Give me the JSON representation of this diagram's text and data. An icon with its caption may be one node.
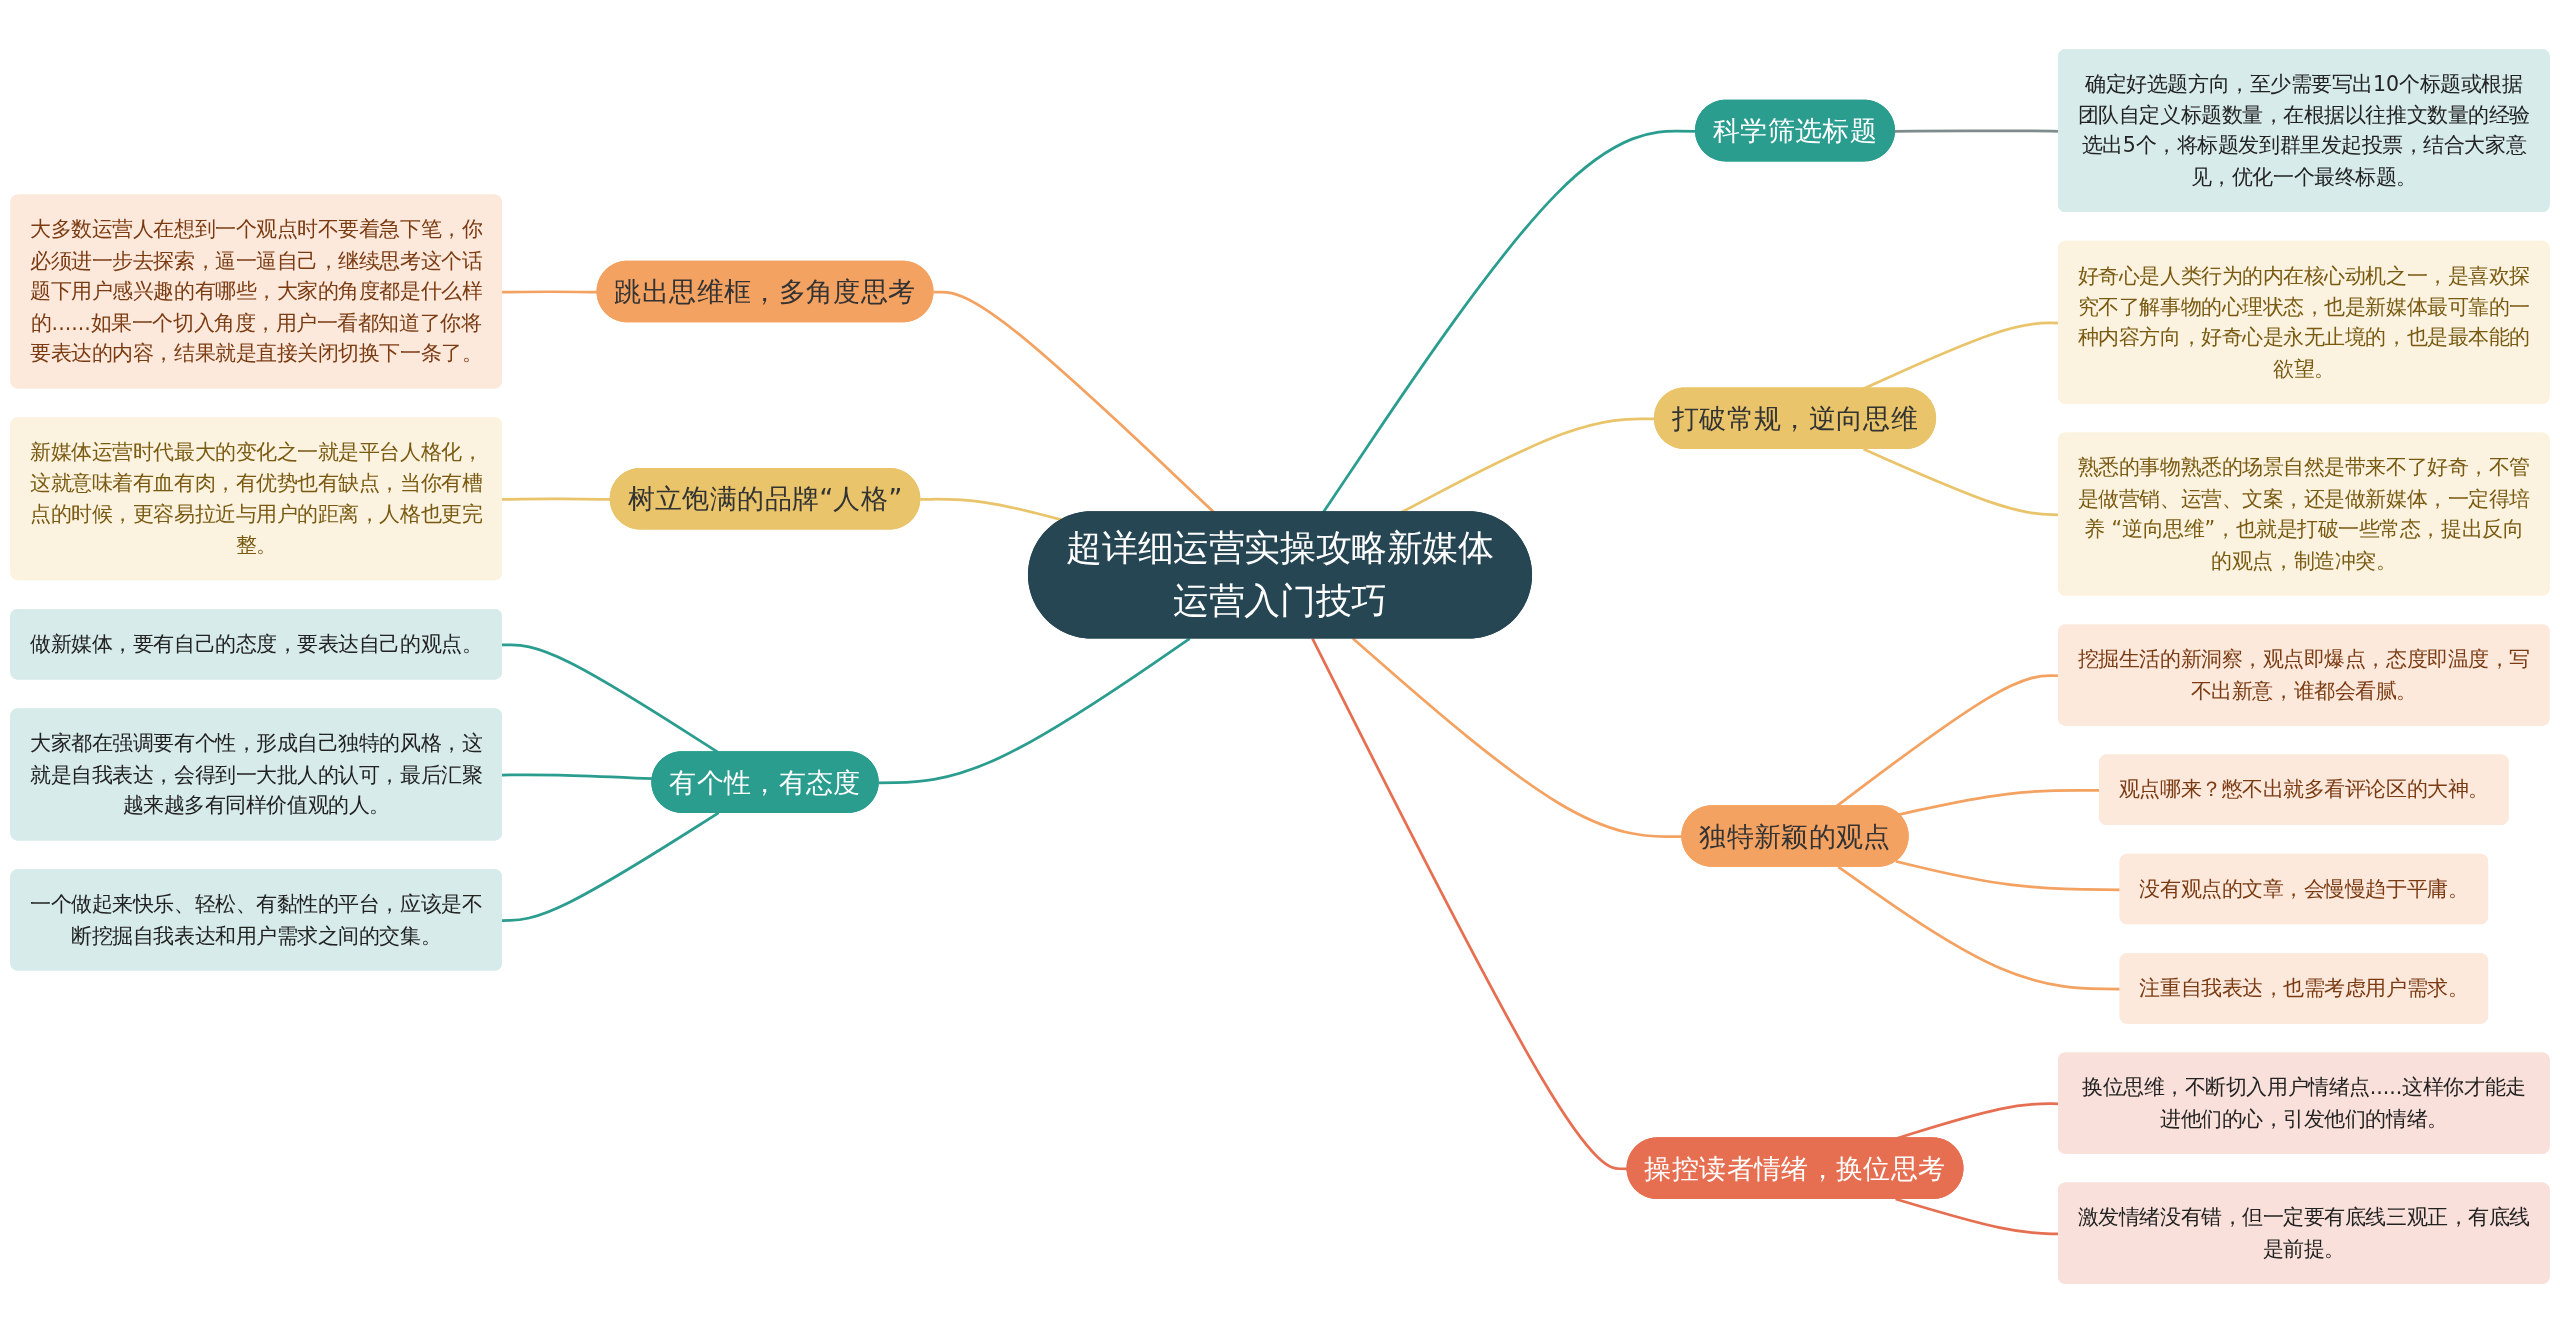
{
  "diagram": {
    "nodes": [
      {
        "text": [
          "超详细运营实操攻略新媒体运营入门技巧"
        ]
      },
      {
        "text": [
          "科学筛选标题"
        ]
      },
      {
        "text": [
          "确定好选题方向，至少需要写出10个标题或根据团队自定义标题数量，在根据以往推文数量的经验选出5个，将标题发到群里发起投票，结合大家意见，优化一个最终标题。"
        ]
      },
      {
        "text": [
          "打破常规，逆向思维"
        ]
      },
      {
        "text": [
          "好奇心是人类行为的内在核心动机之一，是喜欢探究不了解事物的心理状态，也是新媒体最可靠的一种内容方向，好奇心是永无止境的，也是最本能的欲望。"
        ]
      },
      {
        "text": [
          "熟悉的事物熟悉的场景自然是带来不了好奇，不管是做营销、运营、文案，还是做新媒体，一定得培养 “逆向思维”，也就是打破一些常态，提出反向的观点，制造冲突。"
        ]
      },
      {
        "text": [
          "独特新颖的观点"
        ]
      },
      {
        "text": [
          "挖掘生活的新洞察，观点即爆点，态度即温度，写不出新意，谁都会看腻。"
        ]
      },
      {
        "text": [
          "观点哪来？憋不出就多看评论区的大神。"
        ]
      },
      {
        "text": [
          "没有观点的文章，会慢慢趋于平庸。"
        ]
      },
      {
        "text": [
          "注重自我表达，也需考虑用户需求。"
        ]
      },
      {
        "text": [
          "操控读者情绪，换位思考"
        ]
      },
      {
        "text": [
          "换位思维，不断切入用户情绪点.....这样你才能走进他们的心，引发他们的情绪。"
        ]
      },
      {
        "text": [
          "激发情绪没有错，但一定要有底线三观正，有底线是前提。"
        ]
      },
      {
        "text": [
          "跳出思维框，多角度思考"
        ]
      },
      {
        "text": [
          "大多数运营人在想到一个观点时不要着急下笔，你必须进一步去探索，逼一逼自己，继续思考这个话题下用户感兴趣的有哪些，大家的角度都是什么样的......如果一个切入角度，用户一看都知道了你将要表达的内容，结果就是直接关闭切换下一条了。"
        ]
      },
      {
        "text": [
          "树立饱满的品牌“人格”"
        ]
      },
      {
        "text": [
          "新媒体运营时代最大的变化之一就是平台人格化，这就意味着有血有肉，有优势也有缺点，当你有槽点的时候，更容易拉近与用户的距离，人格也更完整。"
        ]
      },
      {
        "text": [
          "有个性，有态度"
        ]
      },
      {
        "text": [
          "做新媒体，要有自己的态度，要表达自己的观点。"
        ]
      },
      {
        "text": [
          "大家都在强调要有个性，形成自己独特的风格，这就是自我表达，会得到一大批人的认可，最后汇聚越来越多有同样价值观的人。"
        ]
      },
      {
        "text": [
          "一个做起来快乐、轻松、有黏性的平台，应该是不断挖掘自我表达和用户需求之间的交集。"
        ]
      }
    ],
    "edges": [
      {
        "from": 0,
        "to": 1,
        "arrow": "none",
        "color": "#2a9d8f"
      },
      {
        "from": 1,
        "to": 2,
        "arrow": "none",
        "color": "#7f8c8d"
      },
      {
        "from": 0,
        "to": 3,
        "arrow": "none",
        "color": "#e9c46a"
      },
      {
        "from": 3,
        "to": 4,
        "arrow": "none",
        "color": "#e9c46a"
      },
      {
        "from": 3,
        "to": 5,
        "arrow": "none",
        "color": "#e9c46a"
      },
      {
        "from": 0,
        "to": 6,
        "arrow": "none",
        "color": "#f4a261"
      },
      {
        "from": 6,
        "to": 7,
        "arrow": "none",
        "color": "#f4a261"
      },
      {
        "from": 6,
        "to": 8,
        "arrow": "none",
        "color": "#f4a261"
      },
      {
        "from": 6,
        "to": 9,
        "arrow": "none",
        "color": "#f4a261"
      },
      {
        "from": 6,
        "to": 10,
        "arrow": "none",
        "color": "#f4a261"
      },
      {
        "from": 0,
        "to": 11,
        "arrow": "none",
        "color": "#e76f51"
      },
      {
        "from": 11,
        "to": 12,
        "arrow": "none",
        "color": "#e76f51"
      },
      {
        "from": 11,
        "to": 13,
        "arrow": "none",
        "color": "#e76f51"
      },
      {
        "from": 15,
        "to": 14,
        "arrow": "none",
        "color": "#f4a261"
      },
      {
        "from": 14,
        "to": 0,
        "arrow": "none",
        "color": "#f4a261"
      },
      {
        "from": 17,
        "to": 16,
        "arrow": "none",
        "color": "#e9c46a"
      },
      {
        "from": 16,
        "to": 0,
        "arrow": "none",
        "color": "#e9c46a"
      },
      {
        "from": 19,
        "to": 18,
        "arrow": "none",
        "color": "#2a9d8f"
      },
      {
        "from": 20,
        "to": 18,
        "arrow": "none",
        "color": "#2a9d8f"
      },
      {
        "from": 21,
        "to": 18,
        "arrow": "none",
        "color": "#2a9d8f"
      },
      {
        "from": 18,
        "to": 0,
        "arrow": "none",
        "color": "#2a9d8f"
      }
    ]
  }
}
